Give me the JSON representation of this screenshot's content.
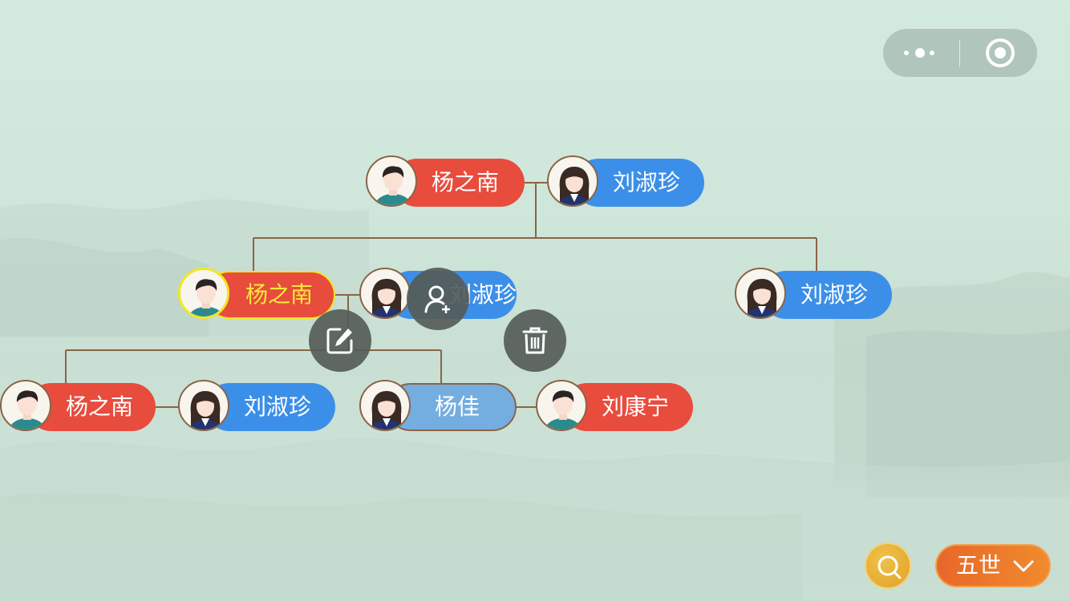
{
  "tree": {
    "gen1_male": "杨之南",
    "gen1_female": "刘淑珍",
    "gen2_male": "杨之南",
    "gen2_spouse": "刘淑珍",
    "gen2_female": "刘淑珍",
    "gen3_male": "杨之南",
    "gen3_spouse": "刘淑珍",
    "gen3_female": "杨佳",
    "gen3_female_spouse": "刘康宁"
  },
  "controls": {
    "generation_label": "五世"
  },
  "colors": {
    "male": "#e84c3d",
    "female": "#3c8fe8",
    "female_light": "#74aee0",
    "selected": "#f3e623",
    "line": "#8a6446",
    "fab": "#555c58",
    "search": "#e0a52b",
    "generation": "#ec7a2b"
  },
  "icons": {
    "add": "add-person-icon",
    "edit": "edit-icon",
    "delete": "trash-icon",
    "search": "search-icon",
    "dropdown": "chevron-down-icon",
    "more": "more-dots-icon",
    "close": "target-icon"
  }
}
